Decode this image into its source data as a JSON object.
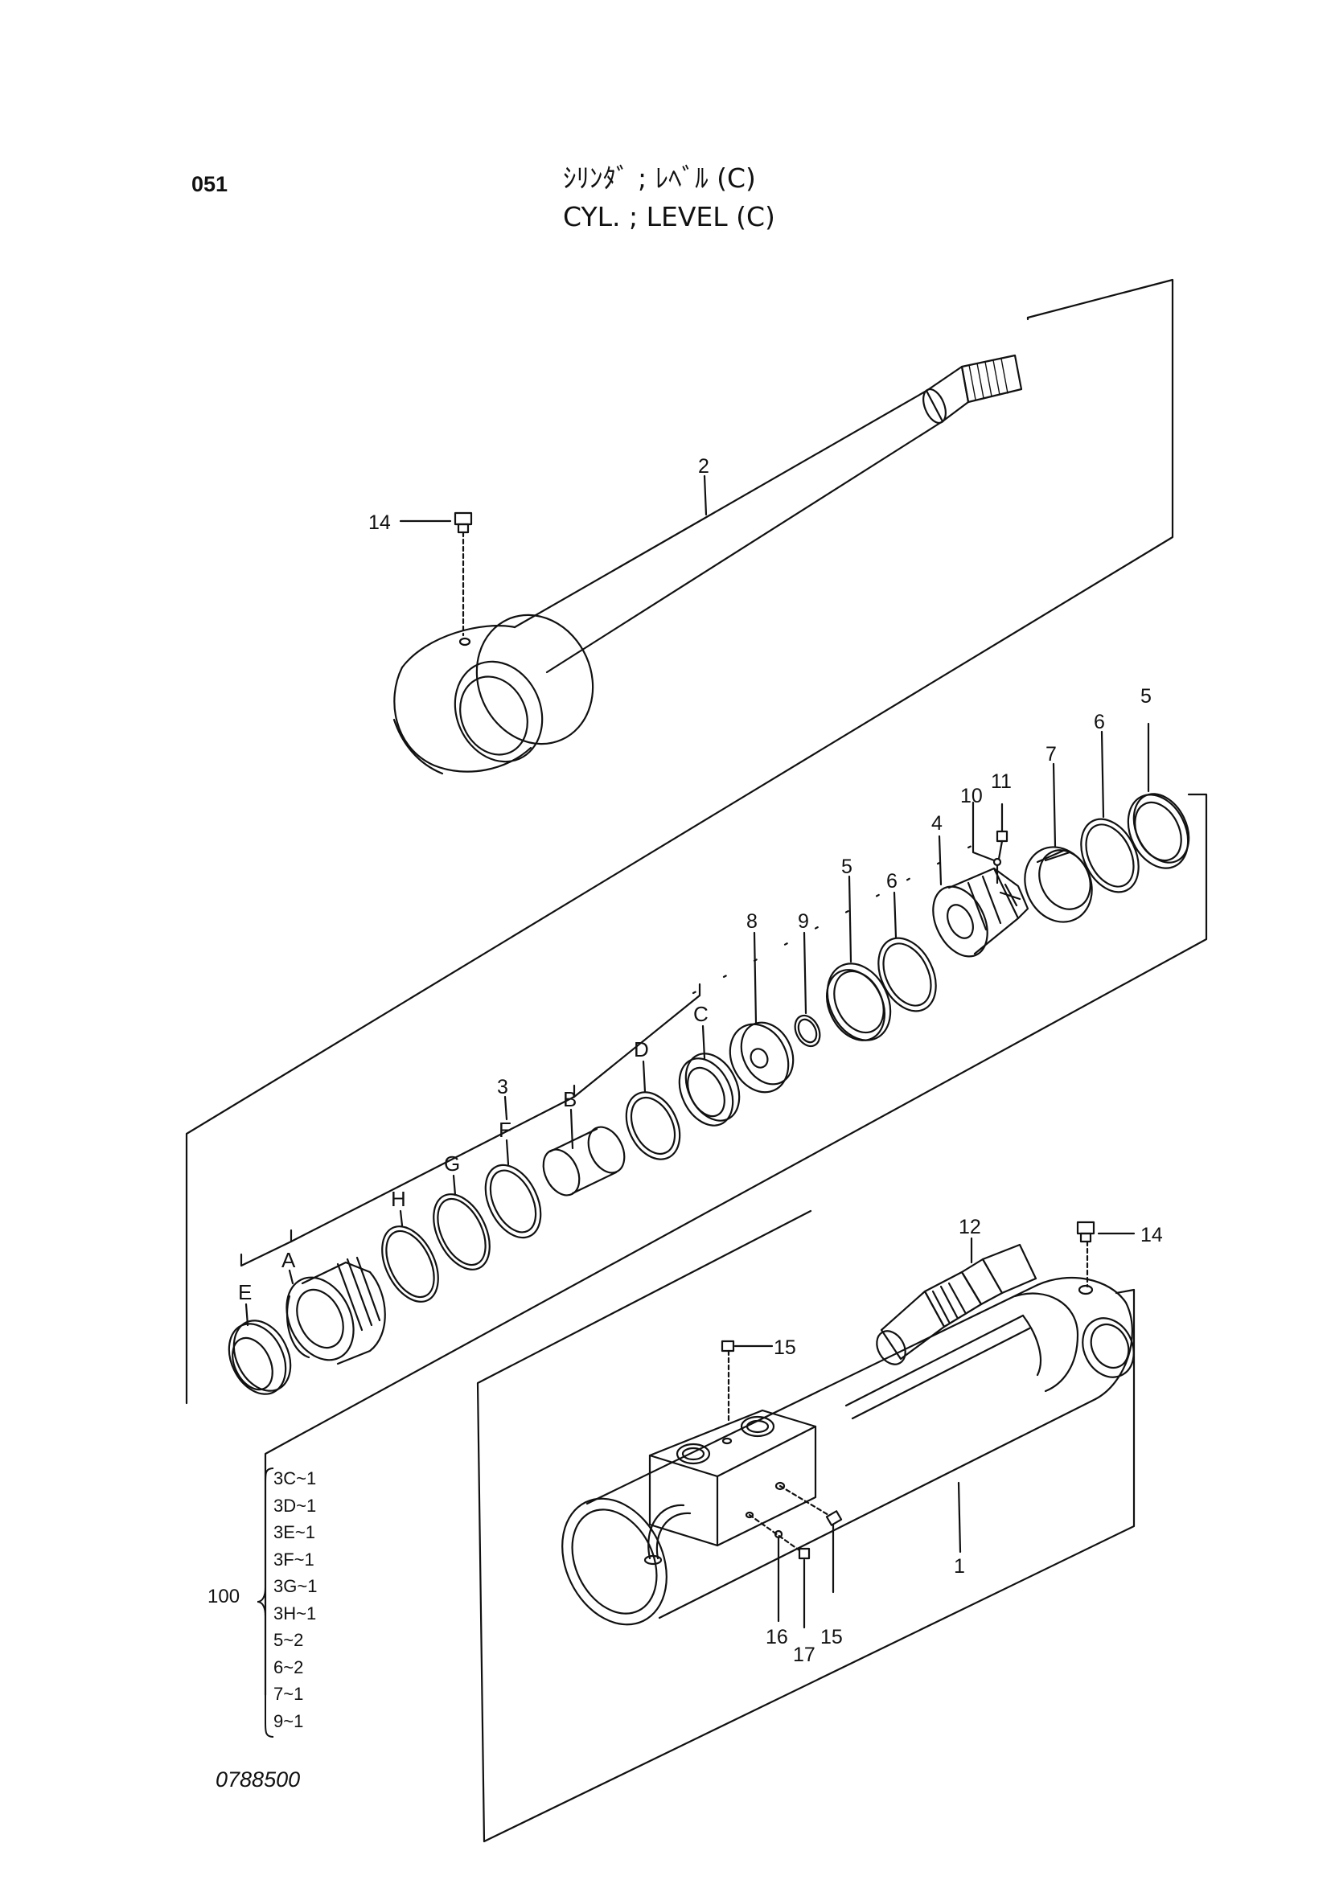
{
  "header": {
    "page_number": "051",
    "title_jp": "ｼﾘﾝﾀﾞ ; ﾚﾍﾞﾙ (C)",
    "title_en": "CYL. ; LEVEL (C)"
  },
  "callouts": [
    {
      "id": "c-2",
      "label": "2"
    },
    {
      "id": "c-14a",
      "label": "14"
    },
    {
      "id": "c-5a",
      "label": "5"
    },
    {
      "id": "c-6a",
      "label": "6"
    },
    {
      "id": "c-7",
      "label": "7"
    },
    {
      "id": "c-11",
      "label": "11"
    },
    {
      "id": "c-10",
      "label": "10"
    },
    {
      "id": "c-4",
      "label": "4"
    },
    {
      "id": "c-6b",
      "label": "6"
    },
    {
      "id": "c-5b",
      "label": "5"
    },
    {
      "id": "c-9",
      "label": "9"
    },
    {
      "id": "c-8",
      "label": "8"
    },
    {
      "id": "c-C",
      "label": "C"
    },
    {
      "id": "c-D",
      "label": "D"
    },
    {
      "id": "c-3",
      "label": "3"
    },
    {
      "id": "c-B",
      "label": "B"
    },
    {
      "id": "c-F",
      "label": "F"
    },
    {
      "id": "c-G",
      "label": "G"
    },
    {
      "id": "c-H",
      "label": "H"
    },
    {
      "id": "c-A",
      "label": "A"
    },
    {
      "id": "c-E",
      "label": "E"
    },
    {
      "id": "c-12",
      "label": "12"
    },
    {
      "id": "c-14b",
      "label": "14"
    },
    {
      "id": "c-15a",
      "label": "15"
    },
    {
      "id": "c-1",
      "label": "1"
    },
    {
      "id": "c-16",
      "label": "16"
    },
    {
      "id": "c-17",
      "label": "17"
    },
    {
      "id": "c-15b",
      "label": "15"
    }
  ],
  "kit": {
    "number": "100",
    "items": [
      "3C~1",
      "3D~1",
      "3E~1",
      "3F~1",
      "3G~1",
      "3H~1",
      "5~2",
      "6~2",
      "7~1",
      "9~1"
    ]
  },
  "footer": {
    "catalog_number": "0788500"
  }
}
